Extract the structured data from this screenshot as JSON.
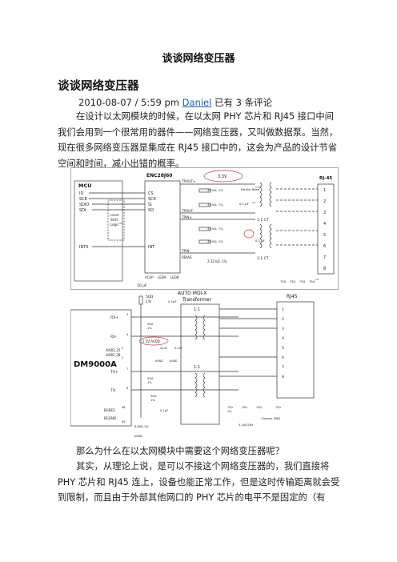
{
  "document": {
    "title": "谈谈网络变压器",
    "post_title": "谈谈网络变压器",
    "meta": {
      "datetime": "2010-08-07 / 5:59 pm",
      "author": "Daniel",
      "comments": "已有 3 条评论"
    },
    "intro_lines": [
      "在设计以太网模块的时候，在以太网 PHY 芯片和 RJ45 接口中间",
      "我们会用到一个很常用的器件——网络变压器，又叫做数据泵。当然，",
      "现在很多网络变压器是集成在 RJ45 接口中的，这会为产品的设计节省",
      "空间和时间，减小出错的概率。"
    ],
    "question": "那么为什么在以太网模块中需要这个网络变压器呢？",
    "answer_lines": [
      "其实，从理论上说，是可以不接这个网络变压器的，我们直接将",
      "PHY 芯片和 RJ45 连上，设备也能正常工作，但是这时传输距离就会受",
      "到限制，而且由于外部其他网口的  PHY  芯片的电平不是固定的（有"
    ]
  },
  "figure1": {
    "mcu": "MCU",
    "mcu_pins": [
      "IO",
      "SCK",
      "SDIO",
      "SDI",
      "INT0"
    ],
    "level_shift": [
      "Level",
      "Shift",
      "Logic"
    ],
    "level_shift_sup": "(2)",
    "chip": "ENC28J60",
    "chip_pins_left": [
      "CS",
      "SCK",
      "SI",
      "SO",
      "INT"
    ],
    "chip_pins_bottom": [
      "VCAP",
      "LEDA",
      "LEDB"
    ],
    "chip_pins_right": [
      "TPOUT+",
      "TPOUT-",
      "TPIN+",
      "TPIN-",
      "RBIAS"
    ],
    "supply": "3.3V",
    "r_upper_1": "49.9Ω, 1%",
    "r_upper_2": "49.9Ω, 1%",
    "r_lower_1": "49.9Ω, 1%",
    "r_lower_2": "49.9Ω, 1%",
    "ferrite": "Ferrite Bead",
    "ferrite_sup": "(1,3)",
    "cap_1": "0.1 μF",
    "cap_1_sup": "(3)",
    "cap_2": "0.1 μF",
    "ct_1": "1:1 CT",
    "ct_2": "1:1 CT",
    "vcap_cap": "10 μF",
    "rbias_res": "2.32 kΩ, 1%",
    "rj45": "RJ-45",
    "rj45_pins": [
      "1",
      "2",
      "3",
      "4",
      "5",
      "6",
      "7",
      "8"
    ],
    "term_res": [
      "75Ω",
      "75Ω",
      "75Ω",
      "75Ω"
    ],
    "term_sup": "(3)"
  },
  "figure2": {
    "chip": "DM9000A",
    "pins": [
      "RX+",
      "RX-",
      "AVDD_25",
      "AVDD_28",
      "TX+",
      "TX-",
      "BGRES",
      "BGGND"
    ],
    "pin_numbers": [
      "3",
      "4",
      "1",
      "2",
      "7",
      "8",
      "48",
      "49"
    ],
    "res_top": "50Ω",
    "res_top_tol": "1%",
    "cap_top": "0.1μF",
    "res_rx": "50Ω",
    "res_rx_tol": "1%",
    "supply": "2.5V AVDD",
    "cap_a": "22uF",
    "cap_b": "0.1uF",
    "agnd_1": "AGND",
    "agnd_2": "AGND",
    "agnd_3": "AGND",
    "res_tx1": "50Ω",
    "res_tx1_tol": "1%",
    "res_tx2": "50Ω",
    "res_tx2_tol": "1%",
    "cap_tx": "0.1μF",
    "bgres": "6.8KΩ 1%",
    "transformer_title": [
      "AUTO MDI-X",
      "Transformer"
    ],
    "ratio_1": "1:1",
    "ratio_2": "1:1",
    "rj45": "RJ45",
    "rj45_pins": [
      "1",
      "2",
      "3",
      "4",
      "5",
      "6",
      "7",
      "8"
    ],
    "term_res": [
      "75Ω",
      "75Ω",
      "75Ω",
      "75Ω"
    ],
    "term_tol": "1%",
    "chassis_cap": "0.1μF/2KV",
    "chassis": "Chassis GND"
  }
}
